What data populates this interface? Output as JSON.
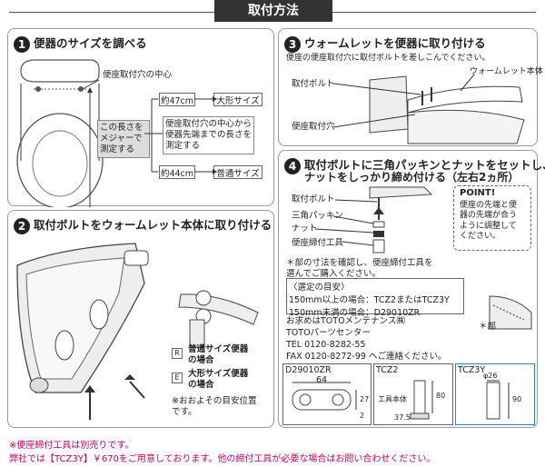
{
  "title": "取付方法",
  "panel1": {
    "num": "1",
    "heading": "便器のサイズを調べる",
    "hole_center": "便座取付穴の中心",
    "measure_note": "この長さを\nメジャーで\n測定する",
    "explain": "便座取付穴の中心から\n便器先端までの長さを\n測定する",
    "size_large_len": "約47cm",
    "size_large_label": "大形サイズ",
    "size_std_len": "約44cm",
    "size_std_label": "普通サイズ"
  },
  "panel2": {
    "num": "2",
    "heading": "取付ボルトをウォームレット本体に取り付ける",
    "label_r": "R",
    "label_e": "E",
    "std_case": "普通サイズ便器\nの場合",
    "large_case": "大形サイズ便器\nの場合",
    "approx_note": "※おおよその目安位置\nです。"
  },
  "panel3": {
    "num": "3",
    "heading": "ウォームレットを便器に取り付ける",
    "sub": "便座の便座取付穴に取付ボルトを差しこんでください。",
    "bolt": "取付ボルト",
    "body": "ウォームレット本体",
    "hole": "便座取付穴"
  },
  "panel4": {
    "num": "4",
    "heading_line1": "取付ボルトに三角パッキンとナットをセットし、",
    "heading_line2": "ナットをしっかり締め付ける（左右2ヵ所）",
    "bolt": "取付ボルト",
    "packing": "三角パッキン",
    "nut": "ナット",
    "tool": "便座締付工具",
    "point_title": "POINT!",
    "point_text": "便座の先端と便\n器の先端が合う\nように調整して\nください。",
    "parts_note": "＊部の寸法を確認し、便座締付工具を\n選んでご購入ください。",
    "guide_title": "〈選定の目安〉",
    "guide1": "150mm以上の場合：TCZ2またはTCZ3Y",
    "guide2": "150mm未満の場合：D29010ZR",
    "order1": "お求めはTOTOメンテナンス㈱",
    "order2": "TOTOパーツセンター",
    "tel_label": "TEL",
    "tel": "0120-8282-55",
    "fax_label": "FAX",
    "fax": "0120-8272-99 へご連絡ください。",
    "star_part": "＊部",
    "tool1_name": "D29010ZR",
    "tool1_dim_w": "64",
    "tool1_dim_h": "27",
    "tool1_dim_s": "2",
    "tool2_name": "TCZ2",
    "tool2_body": "工具本体",
    "tool2_dim_h": "80",
    "tool2_dim_w": "37.5",
    "tool3_name": "TCZ3Y",
    "tool3_dim_d": "φ26",
    "tool3_dim_h": "90"
  },
  "footer": {
    "line1": "※便座締付工具は別売りです。",
    "line2": "弊社では【TCZ3Y】￥670をご用意しております。他の締付工具が必要な場合はお問い合わせください。"
  }
}
